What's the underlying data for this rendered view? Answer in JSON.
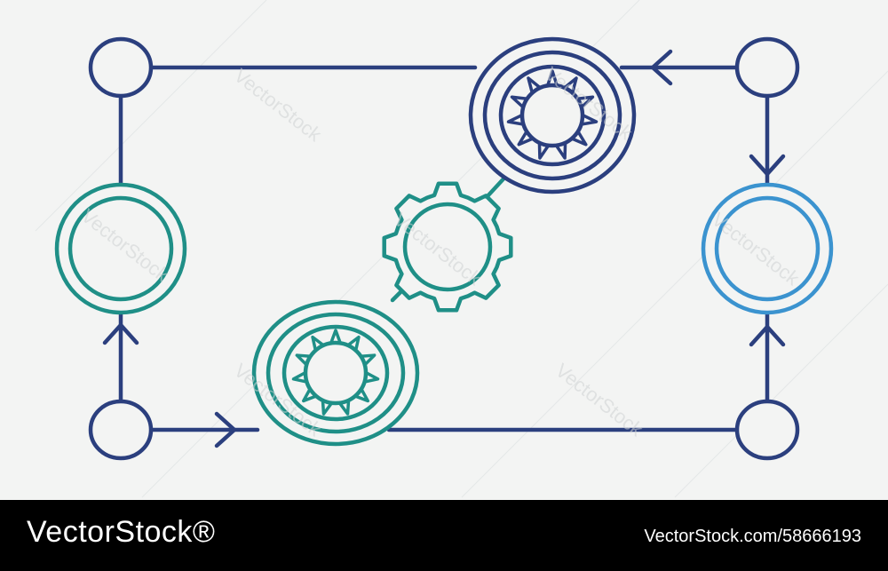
{
  "colors": {
    "background": "#f3f4f3",
    "navy": "#2b3f7e",
    "teal": "#1f8f87",
    "blue": "#3b93cf",
    "footer_bg": "#000000",
    "footer_text": "#ffffff"
  },
  "icons": [
    "circle-node",
    "double-ring-node",
    "gear-icon",
    "sun-gear-icon",
    "arrow-icon"
  ],
  "watermark": {
    "text": "VectorStock"
  },
  "footer": {
    "brand": "VectorStock®",
    "image_ref": "VectorStock.com/58666193"
  }
}
